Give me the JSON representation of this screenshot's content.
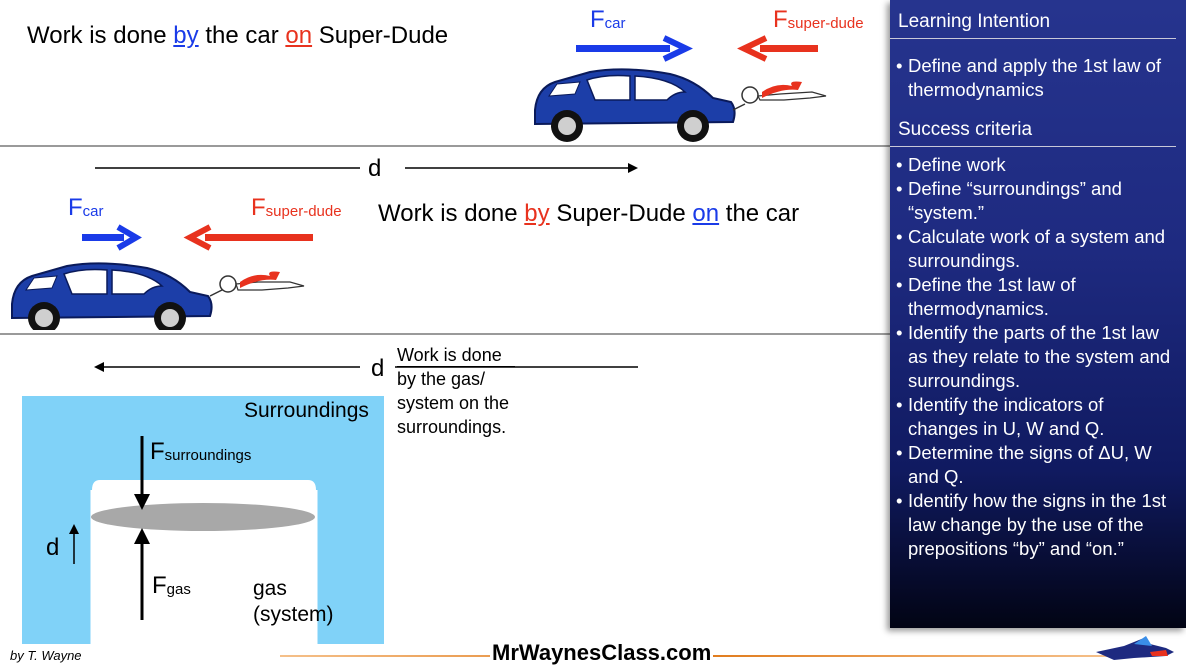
{
  "top_panel": {
    "statement_prefix": "Work is done ",
    "statement_word1": "by",
    "statement_mid": " the car ",
    "statement_word2": "on",
    "statement_suffix": " Super-Dude",
    "f_car": "F",
    "f_car_sub": "car",
    "f_dude": "F",
    "f_dude_sub": "super-dude",
    "distance_label": "d"
  },
  "middle_panel": {
    "statement_prefix": "Work is done ",
    "statement_word1": "by",
    "statement_mid": " Super-Dude ",
    "statement_word2": "on",
    "statement_suffix": " the car",
    "f_car": "F",
    "f_car_sub": "car",
    "f_dude": "F",
    "f_dude_sub": "super-dude",
    "distance_label": "d"
  },
  "gas_panel": {
    "surroundings_label": "Surroundings",
    "f_surr": "F",
    "f_surr_sub": "surroundings",
    "f_gas": "F",
    "f_gas_sub": "gas",
    "gas_label_1": "gas",
    "gas_label_2": "(system)",
    "d_label": "d",
    "note_lines": [
      "Work is done",
      "by the gas/",
      "system on the",
      "surroundings."
    ]
  },
  "sidebar": {
    "learning_heading": "Learning Intention",
    "learning_items": [
      "Define and apply the 1st law of thermodynamics"
    ],
    "success_heading": "Success criteria",
    "success_items": [
      "Define work",
      "Define “surroundings” and “system.”",
      "Calculate work of a system and surroundings.",
      "Define the 1st law of thermodynamics.",
      "Identify the parts of the 1st law as they relate to the system and surroundings.",
      "Identify the indicators of changes in U, W and Q.",
      "Determine the signs of ΔU, W and Q.",
      "Identify how the signs in the 1st law change by the use of the prepositions “by” and “on.”"
    ]
  },
  "footer": {
    "author": "by T. Wayne",
    "site": "MrWaynesClass.com"
  },
  "colors": {
    "car_force": "#1a3be8",
    "dude_force": "#e8321e",
    "car_body": "#1c3ea8",
    "panel_blue": "#26348e",
    "surroundings_fill": "#80d2f8",
    "piston_gray": "#a8a8a8"
  }
}
